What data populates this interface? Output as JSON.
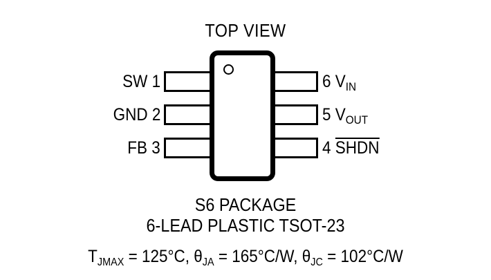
{
  "diagram": {
    "view_title": "TOP VIEW",
    "package_name": "S6 PACKAGE",
    "package_description": "6-LEAD PLASTIC TSOT-23",
    "pin1_indicator": "pin-1-dot"
  },
  "pins": {
    "left": [
      {
        "number": "1",
        "name": "SW",
        "label": "SW 1"
      },
      {
        "number": "2",
        "name": "GND",
        "label": "GND 2"
      },
      {
        "number": "3",
        "name": "FB",
        "label": "FB 3"
      }
    ],
    "right": [
      {
        "number": "6",
        "name": "VIN",
        "prefix": "6 V",
        "subscript": "IN",
        "overline": false
      },
      {
        "number": "5",
        "name": "VOUT",
        "prefix": "5 V",
        "subscript": "OUT",
        "overline": false
      },
      {
        "number": "4",
        "name": "SHDN",
        "prefix": "4 ",
        "barred_text": "SHDN",
        "overline": true
      }
    ]
  },
  "thermal": {
    "tjmax_symbol": "T",
    "tjmax_subscript": "JMAX",
    "tjmax_value": " = 125°C, ",
    "theta_ja_symbol": "θ",
    "theta_ja_subscript": "JA",
    "theta_ja_value": " = 165°C/W, ",
    "theta_jc_symbol": "θ",
    "theta_jc_subscript": "JC",
    "theta_jc_value": " = 102°C/W",
    "full_text": "TJMAX = 125°C, θJA = 165°C/W, θJC = 102°C/W"
  },
  "colors": {
    "ink": "#000000",
    "background": "#ffffff"
  }
}
